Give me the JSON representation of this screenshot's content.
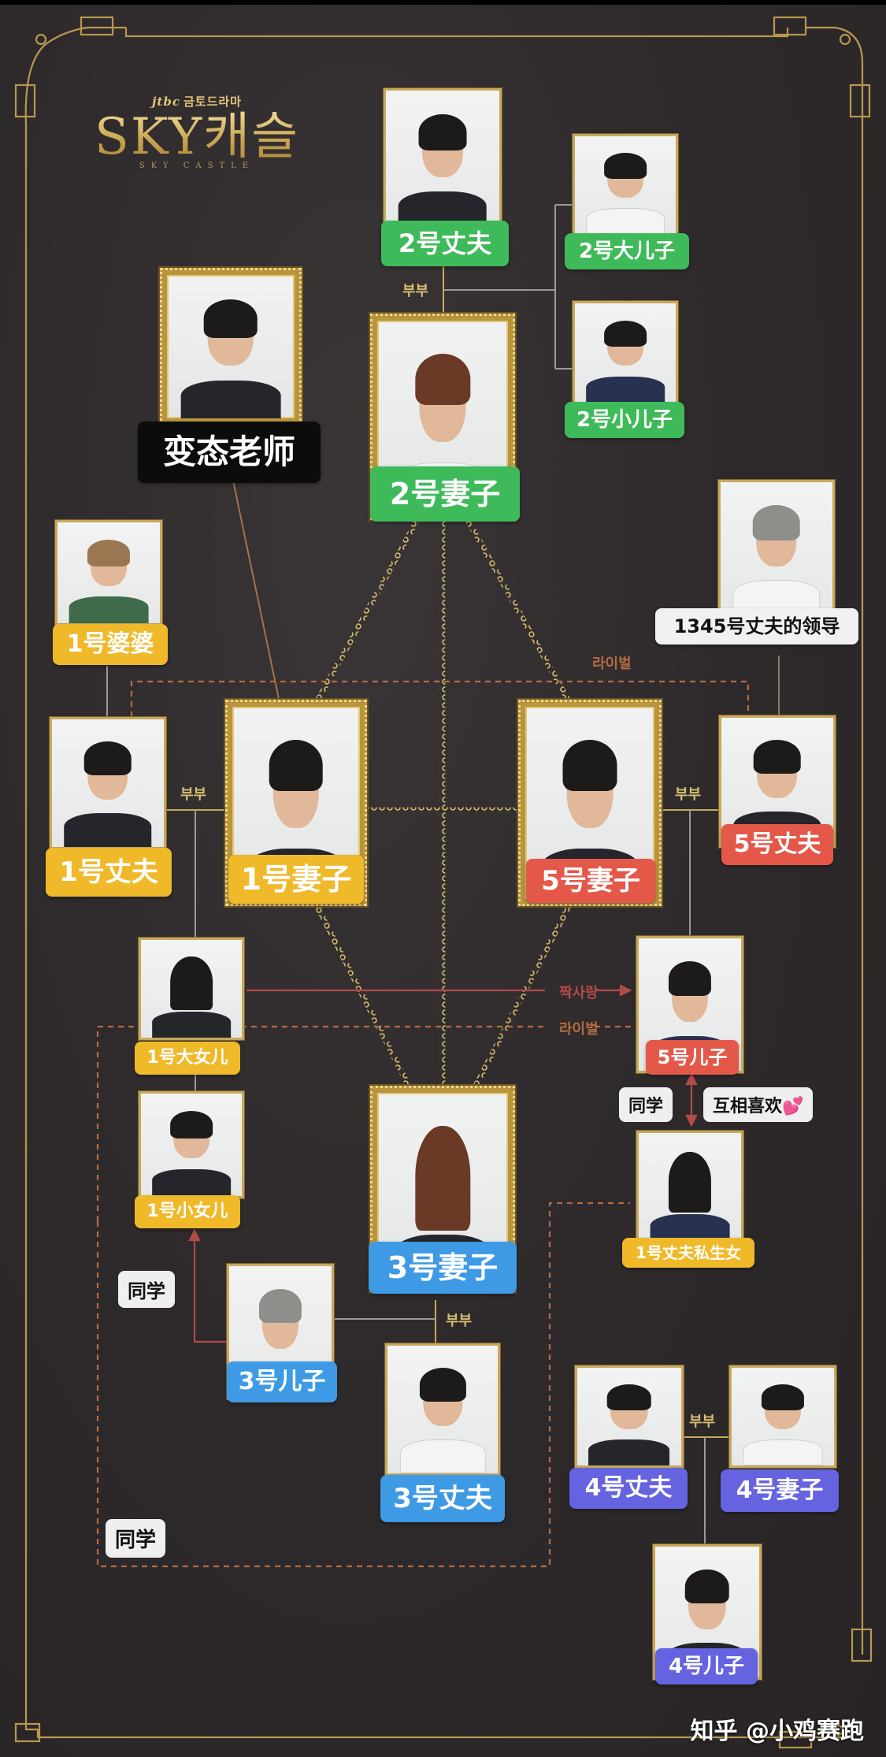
{
  "header": {
    "network": "jtbc",
    "slot": "금토드라마",
    "title": "SKY캐슬",
    "subtitle": "SKY CASTLE"
  },
  "colors": {
    "background": "#2f2b2c",
    "gold": "#c9a85c",
    "family1": "#f0b92a",
    "family2": "#3fba5a",
    "family3": "#3e9ae4",
    "family4": "#6563df",
    "family5": "#e4584a",
    "rival_line": "#b36b42",
    "crush_line": "#b24a4a"
  },
  "characters": {
    "husband2": {
      "label": "2号丈夫"
    },
    "elder_son2": {
      "label": "2号大儿子"
    },
    "younger_son2": {
      "label": "2号小儿子"
    },
    "wife2": {
      "label": "2号妻子"
    },
    "tutor": {
      "label": "变态老师"
    },
    "mother_in_law1": {
      "label": "1号婆婆"
    },
    "boss": {
      "label": "1345号丈夫的领导"
    },
    "husband1": {
      "label": "1号丈夫"
    },
    "wife1": {
      "label": "1号妻子"
    },
    "wife5": {
      "label": "5号妻子"
    },
    "husband5": {
      "label": "5号丈夫"
    },
    "elder_daughter1": {
      "label": "1号大女儿"
    },
    "son5": {
      "label": "5号儿子"
    },
    "younger_daughter1": {
      "label": "1号小女儿"
    },
    "wife3": {
      "label": "3号妻子"
    },
    "illegit_daughter1": {
      "label": "1号丈夫私生女"
    },
    "son3": {
      "label": "3号儿子"
    },
    "husband3": {
      "label": "3号丈夫"
    },
    "husband4": {
      "label": "4号丈夫"
    },
    "wife4": {
      "label": "4号妻子"
    },
    "son4": {
      "label": "4号儿子"
    }
  },
  "relations": {
    "couple": "부부",
    "rival": "라이벌",
    "crush": "짝사랑"
  },
  "notes": {
    "classmates_5_1": "同学",
    "mutual_like": "互相喜欢",
    "mutual_like_icon": "💕",
    "classmates_3_1": "同学",
    "classmates_bottom": "同学"
  },
  "watermark": "知乎 @小鸡赛跑"
}
